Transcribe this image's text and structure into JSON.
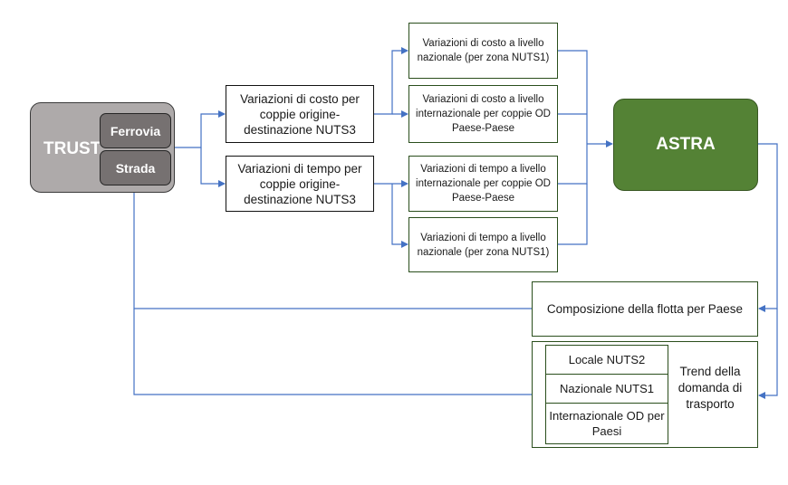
{
  "trust": {
    "title": "TRUST",
    "ferrovia": "Ferrovia",
    "strada": "Strada"
  },
  "middle": {
    "cost": "Variazioni di costo per coppie origine-destinazione NUTS3",
    "time": "Variazioni di tempo per coppie origine-destinazione NUTS3"
  },
  "right": {
    "cost_national": "Variazioni di costo a livello nazionale (per zona NUTS1)",
    "cost_international": "Variazioni di costo a livello internazionale per coppie OD Paese-Paese",
    "time_international": "Variazioni di tempo a livello internazionale per coppie OD Paese-Paese",
    "time_national": "Variazioni di tempo a livello nazionale (per zona NUTS1)"
  },
  "astra": {
    "title": "ASTRA"
  },
  "fleet": {
    "label": "Composizione della flotta per Paese"
  },
  "trend": {
    "label": "Trend della domanda di trasporto",
    "items": [
      "Locale NUTS2",
      "Nazionale NUTS1",
      "Internazionale OD per Paesi"
    ]
  },
  "colors": {
    "connector": "#4472c4",
    "trust_fill": "#aeaaaa",
    "sub_fill": "#767171",
    "astra_fill": "#548235"
  }
}
